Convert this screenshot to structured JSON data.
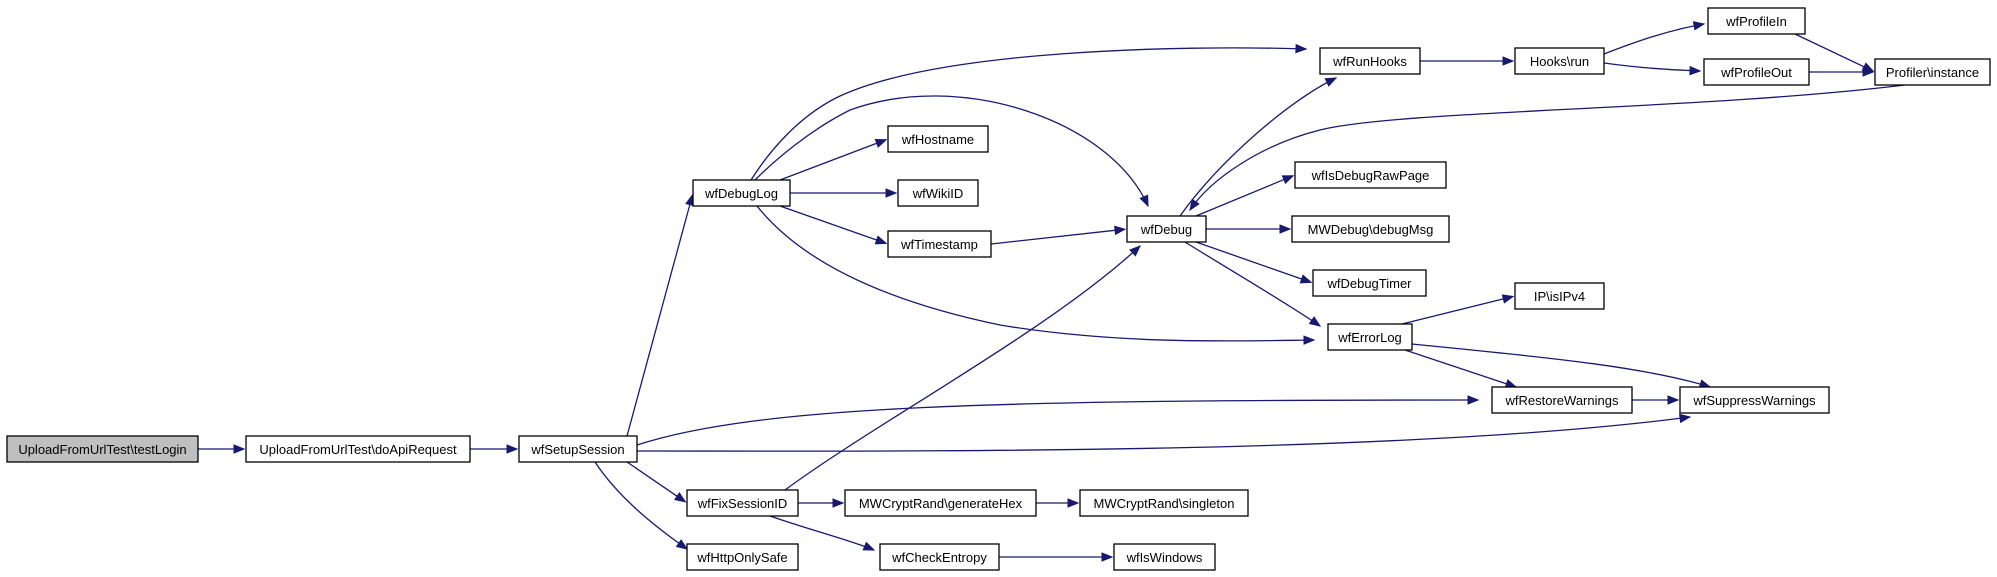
{
  "graph": {
    "nodes": [
      {
        "id": "testLogin",
        "label": "UploadFromUrlTest\\testLogin",
        "root": true
      },
      {
        "id": "doApiRequest",
        "label": "UploadFromUrlTest\\doApiRequest"
      },
      {
        "id": "wfSetupSession",
        "label": "wfSetupSession"
      },
      {
        "id": "wfDebugLog",
        "label": "wfDebugLog"
      },
      {
        "id": "wfFixSessionID",
        "label": "wfFixSessionID"
      },
      {
        "id": "wfHttpOnlySafe",
        "label": "wfHttpOnlySafe"
      },
      {
        "id": "wfHostname",
        "label": "wfHostname"
      },
      {
        "id": "wfWikiID",
        "label": "wfWikiID"
      },
      {
        "id": "wfTimestamp",
        "label": "wfTimestamp"
      },
      {
        "id": "wfDebug",
        "label": "wfDebug"
      },
      {
        "id": "wfRunHooks",
        "label": "wfRunHooks"
      },
      {
        "id": "HooksRun",
        "label": "Hooks\\run"
      },
      {
        "id": "wfProfileIn",
        "label": "wfProfileIn"
      },
      {
        "id": "wfProfileOut",
        "label": "wfProfileOut"
      },
      {
        "id": "ProfilerInstance",
        "label": "Profiler\\instance"
      },
      {
        "id": "wfIsDebugRawPage",
        "label": "wfIsDebugRawPage"
      },
      {
        "id": "MWDebugMsg",
        "label": "MWDebug\\debugMsg"
      },
      {
        "id": "wfDebugTimer",
        "label": "wfDebugTimer"
      },
      {
        "id": "wfErrorLog",
        "label": "wfErrorLog"
      },
      {
        "id": "IPisIPv4",
        "label": "IP\\isIPv4"
      },
      {
        "id": "wfRestoreWarnings",
        "label": "wfRestoreWarnings"
      },
      {
        "id": "wfSuppressWarnings",
        "label": "wfSuppressWarnings"
      },
      {
        "id": "generateHex",
        "label": "MWCryptRand\\generateHex"
      },
      {
        "id": "singleton",
        "label": "MWCryptRand\\singleton"
      },
      {
        "id": "wfCheckEntropy",
        "label": "wfCheckEntropy"
      },
      {
        "id": "wfIsWindows",
        "label": "wfIsWindows"
      }
    ],
    "edges": [
      [
        "testLogin",
        "doApiRequest"
      ],
      [
        "doApiRequest",
        "wfSetupSession"
      ],
      [
        "wfSetupSession",
        "wfDebugLog"
      ],
      [
        "wfSetupSession",
        "wfRestoreWarnings"
      ],
      [
        "wfSetupSession",
        "wfSuppressWarnings"
      ],
      [
        "wfSetupSession",
        "wfFixSessionID"
      ],
      [
        "wfSetupSession",
        "wfHttpOnlySafe"
      ],
      [
        "wfDebugLog",
        "wfRunHooks"
      ],
      [
        "wfDebugLog",
        "wfDebug"
      ],
      [
        "wfDebugLog",
        "wfHostname"
      ],
      [
        "wfDebugLog",
        "wfWikiID"
      ],
      [
        "wfDebugLog",
        "wfTimestamp"
      ],
      [
        "wfDebugLog",
        "wfErrorLog"
      ],
      [
        "wfTimestamp",
        "wfDebug"
      ],
      [
        "wfFixSessionID",
        "wfDebug"
      ],
      [
        "wfFixSessionID",
        "generateHex"
      ],
      [
        "wfFixSessionID",
        "wfCheckEntropy"
      ],
      [
        "generateHex",
        "singleton"
      ],
      [
        "wfCheckEntropy",
        "wfIsWindows"
      ],
      [
        "wfDebug",
        "wfRunHooks"
      ],
      [
        "wfDebug",
        "wfIsDebugRawPage"
      ],
      [
        "wfDebug",
        "MWDebugMsg"
      ],
      [
        "wfDebug",
        "wfDebugTimer"
      ],
      [
        "wfDebug",
        "wfErrorLog"
      ],
      [
        "wfRunHooks",
        "HooksRun"
      ],
      [
        "HooksRun",
        "wfProfileIn"
      ],
      [
        "HooksRun",
        "wfProfileOut"
      ],
      [
        "wfProfileIn",
        "ProfilerInstance"
      ],
      [
        "wfProfileOut",
        "ProfilerInstance"
      ],
      [
        "ProfilerInstance",
        "wfDebug"
      ],
      [
        "wfErrorLog",
        "IPisIPv4"
      ],
      [
        "wfErrorLog",
        "wfRestoreWarnings"
      ],
      [
        "wfErrorLog",
        "wfSuppressWarnings"
      ],
      [
        "wfRestoreWarnings",
        "wfSuppressWarnings"
      ]
    ]
  },
  "colors": {
    "edge": "#191970",
    "root_fill": "#bfbfbf",
    "node_fill": "#ffffff",
    "node_border": "#000000"
  }
}
